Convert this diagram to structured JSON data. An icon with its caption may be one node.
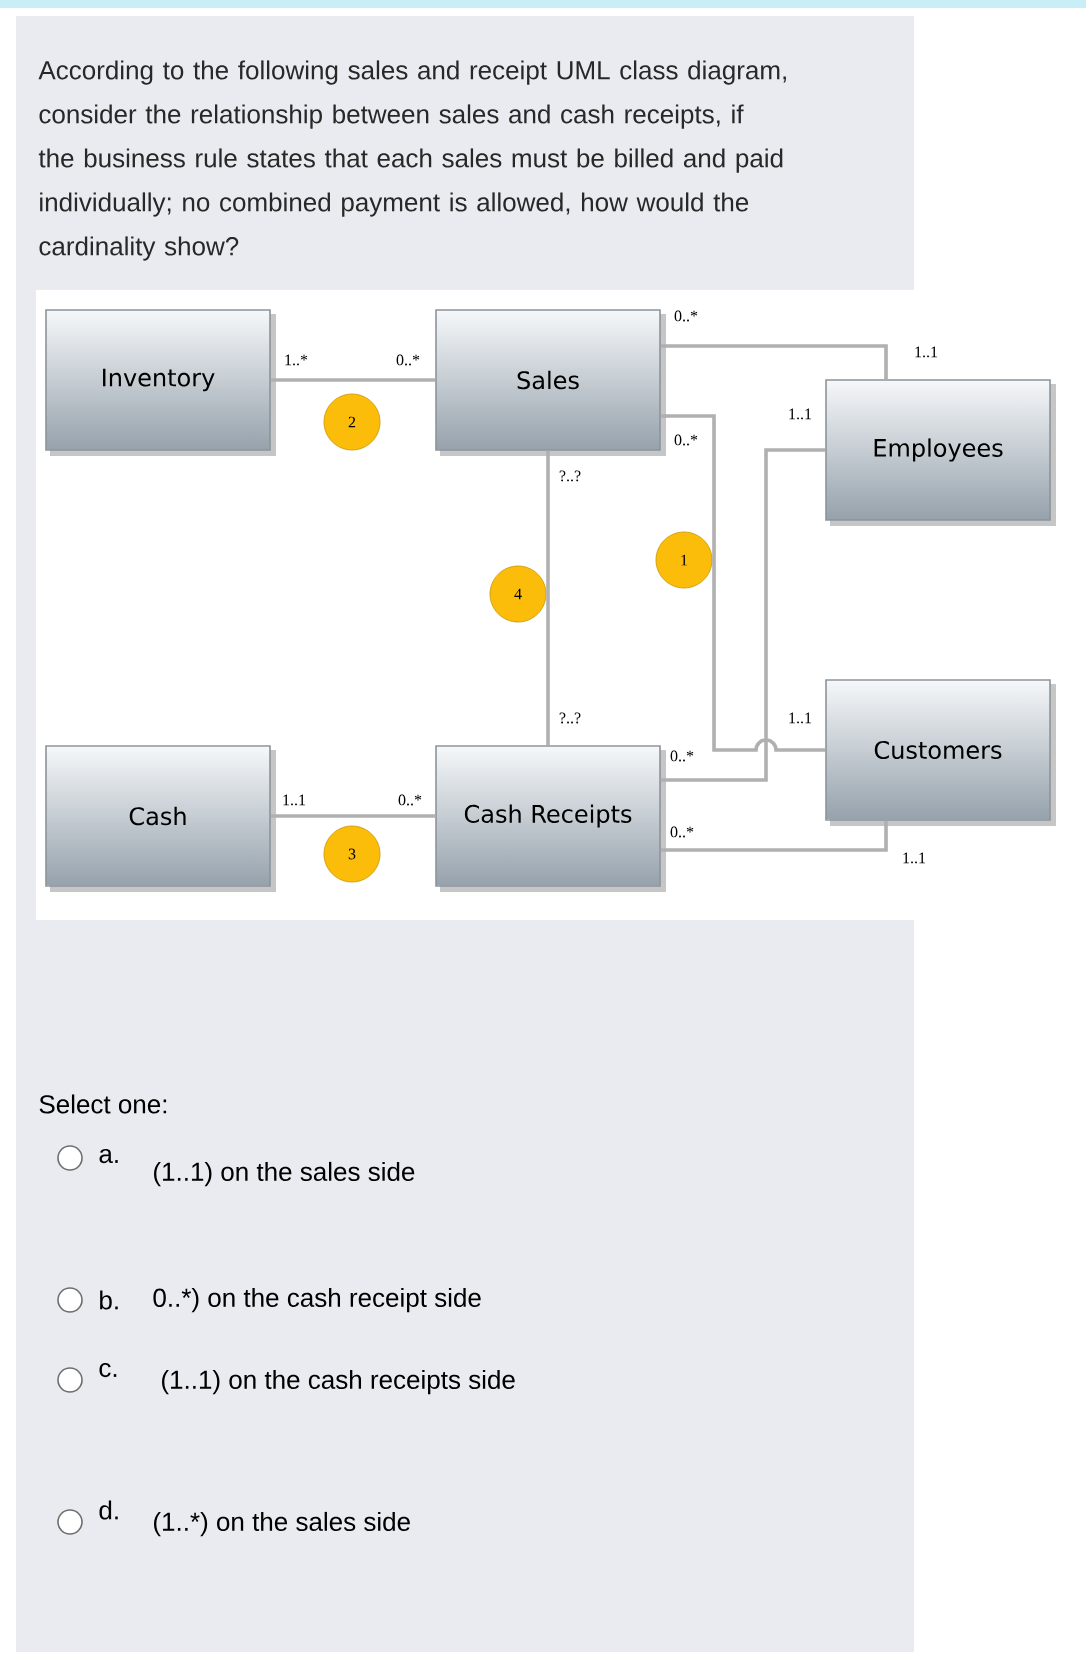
{
  "diagram": {
    "title": "According to the following sales and receipt UML class diagram, consider the relationship between sales and cash receipts, if the business rule states that each sales must be billed and paid individually; no combined payment is allowed, how would the cardinality show?",
    "nodes": [
      {
        "text": [
          "Inventory"
        ]
      },
      {
        "text": [
          "Sales"
        ]
      },
      {
        "text": [
          "2"
        ]
      },
      {
        "text": [
          "Employees"
        ]
      },
      {
        "text": [
          "1"
        ]
      },
      {
        "text": [
          "4"
        ]
      },
      {
        "text": [
          "Customers"
        ]
      },
      {
        "text": [
          "Cash"
        ]
      },
      {
        "text": [
          "Cash Receipts"
        ]
      },
      {
        "text": [
          "3"
        ]
      }
    ],
    "edges": [
      {
        "from": 0,
        "to": 1,
        "arrow": "none"
      },
      {
        "from": 1,
        "to": 3,
        "arrow": "none"
      },
      {
        "from": 1,
        "to": 6,
        "arrow": "none"
      },
      {
        "from": 3,
        "to": 8,
        "arrow": "none"
      },
      {
        "from": 1,
        "to": 8,
        "arrow": "none"
      },
      {
        "from": 7,
        "to": 8,
        "arrow": "none"
      },
      {
        "from": 8,
        "to": 6,
        "arrow": "none"
      }
    ],
    "labels": [
      "0..*",
      "1..1",
      "1..*",
      "0..*",
      "1..1",
      "0..*",
      "?..?",
      "?..?",
      "1..1",
      "0..*",
      "1..1",
      "0..*",
      "0..*",
      "1..1",
      "Select one:",
      "a.",
      "(1..1) on the sales side",
      "b.",
      "0..*) on the cash receipt side",
      "c.",
      "(1..1) on the cash receipts side",
      "d.",
      "(1..*) on the sales side"
    ]
  }
}
